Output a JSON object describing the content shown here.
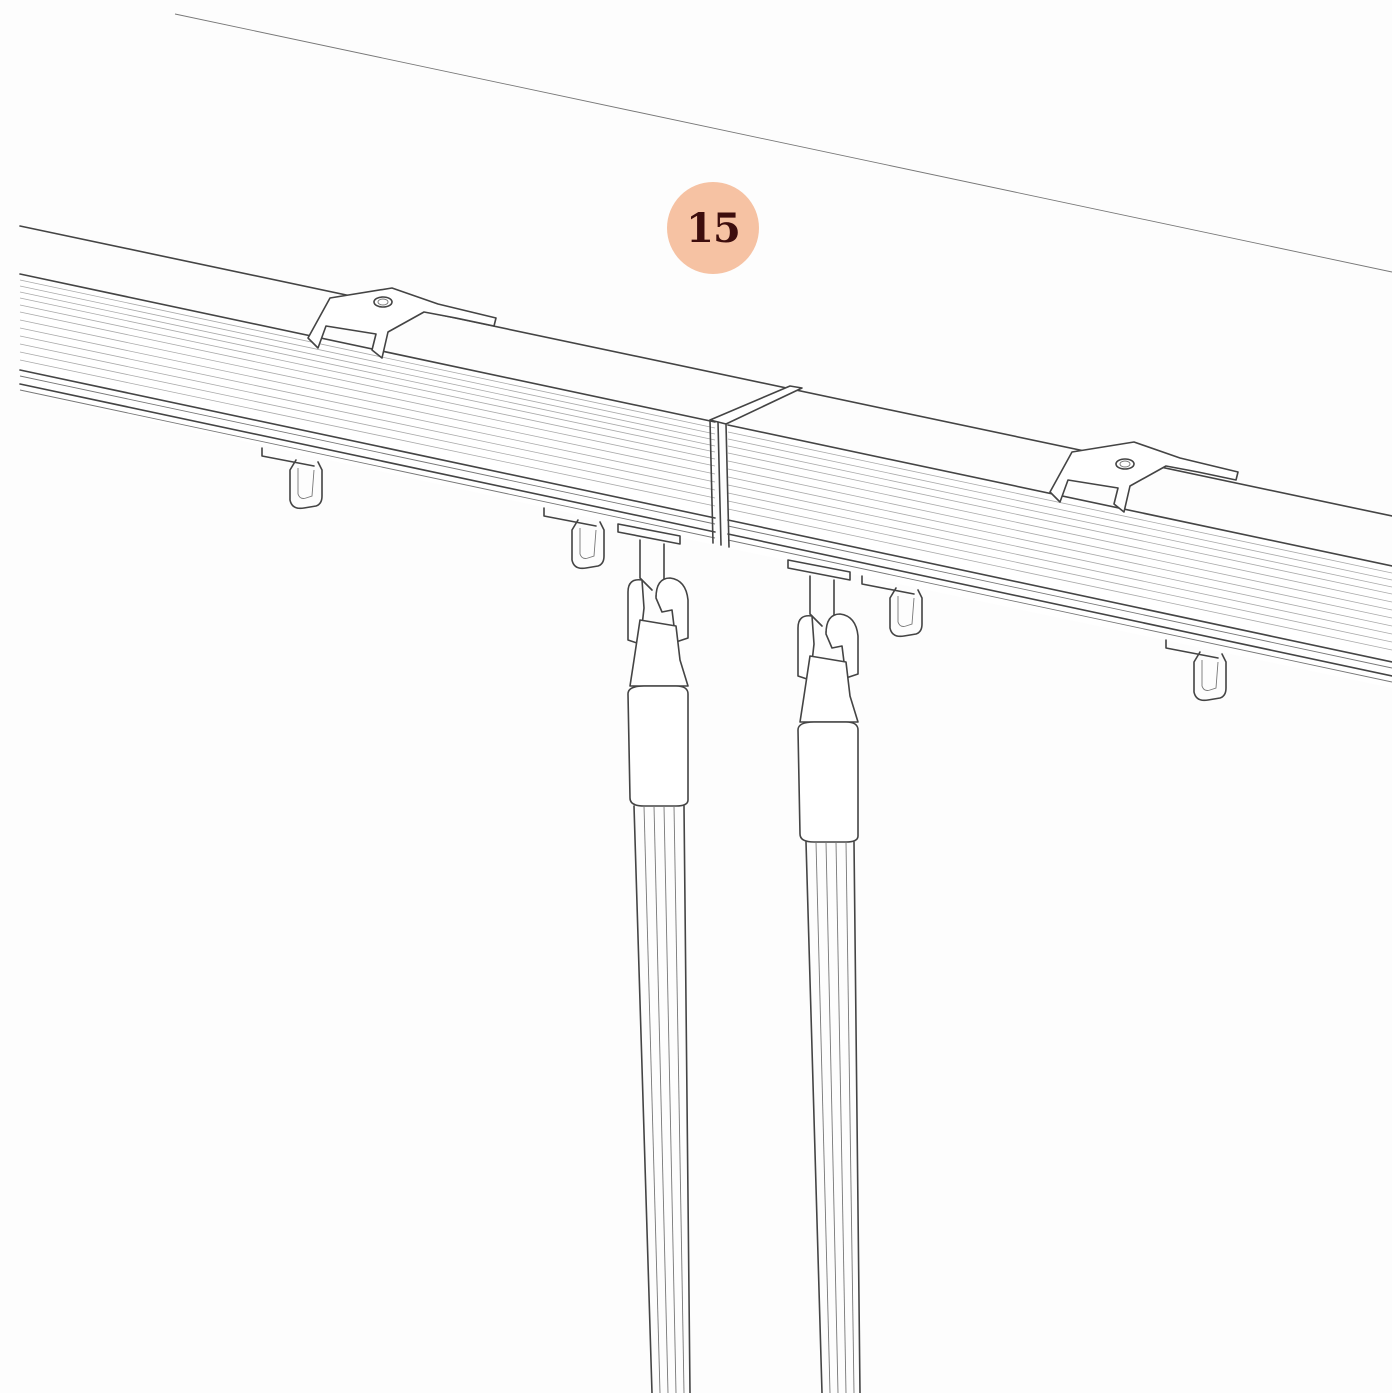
{
  "step": {
    "number": "15"
  },
  "colors": {
    "badge": "#f6c2a3",
    "badge_text": "#3d0d0d",
    "line": "#444444",
    "background": "#fdfdfd"
  },
  "parts": [
    "ceiling",
    "curtain-track-left",
    "curtain-track-right",
    "track-joint",
    "mounting-bracket",
    "glider-hook",
    "master-carrier",
    "draw-wand"
  ]
}
